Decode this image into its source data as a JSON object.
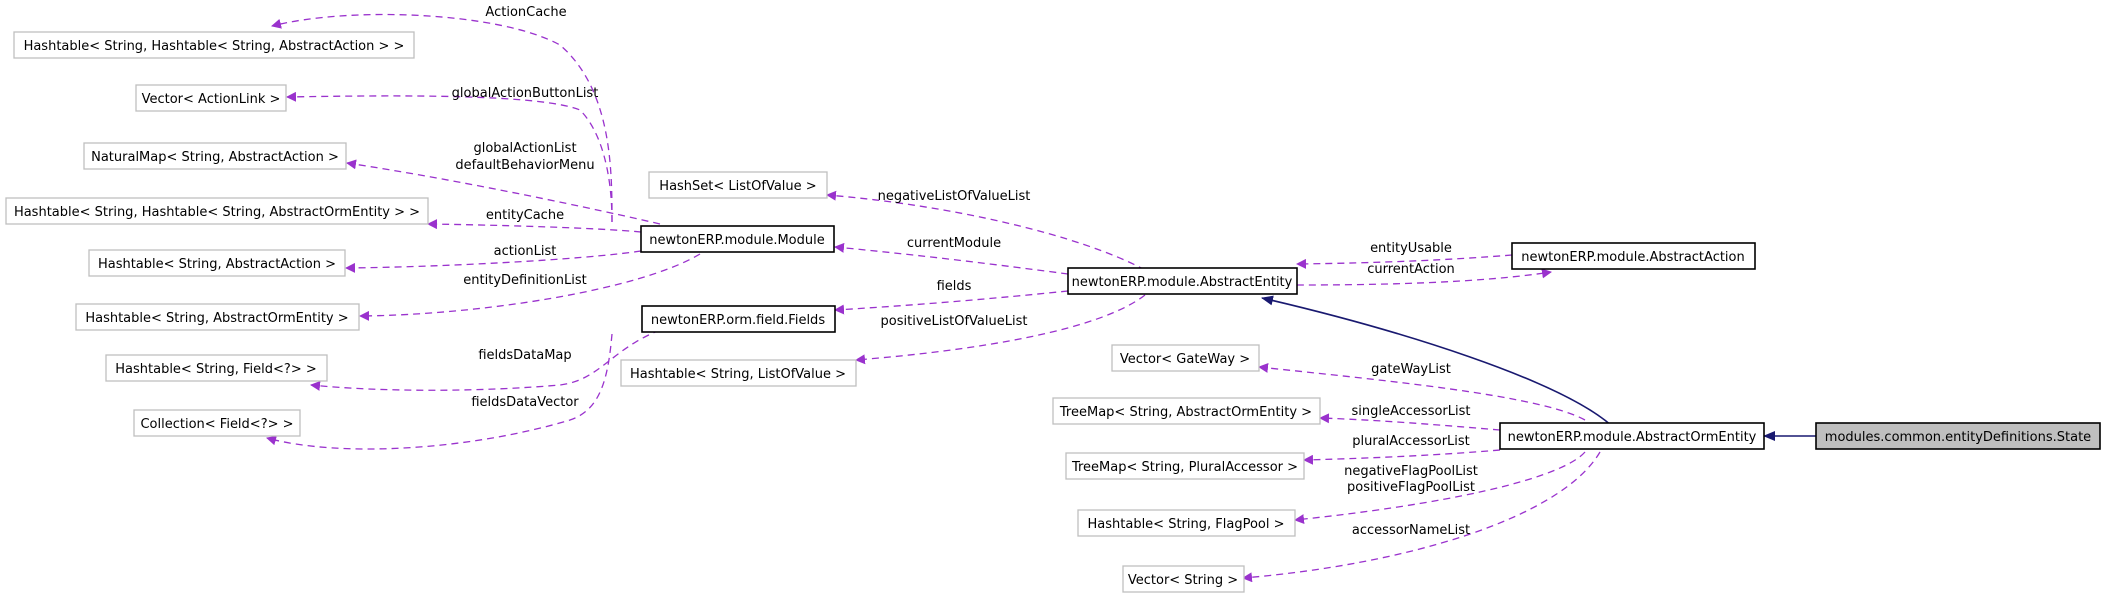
{
  "diagram": {
    "colors": {
      "usage_edge": "#9a32cd",
      "inheritance_edge": "#191970",
      "box_border_external": "#bfbfbf",
      "box_border_class": "#000000",
      "focus_fill": "#bfbfbf"
    },
    "nodes": {
      "hashtable_action_cache": "Hashtable< String, Hashtable< String, AbstractAction > >",
      "vector_action_link": "Vector< ActionLink >",
      "naturalmap_action": "NaturalMap< String, AbstractAction >",
      "hashtable_entity_cache": "Hashtable< String, Hashtable< String, AbstractOrmEntity > >",
      "hashtable_action_list": "Hashtable< String, AbstractAction >",
      "hashtable_entity_def": "Hashtable< String, AbstractOrmEntity >",
      "hashtable_field": "Hashtable< String, Field<?> >",
      "collection_field": "Collection< Field<?> >",
      "module": "newtonERP.module.Module",
      "fields": "newtonERP.orm.field.Fields",
      "hashset_lov": "HashSet< ListOfValue >",
      "hashtable_lov": "Hashtable< String, ListOfValue >",
      "abstract_entity": "newtonERP.module.AbstractEntity",
      "abstract_action": "newtonERP.module.AbstractAction",
      "vector_gateway": "Vector< GateWay >",
      "treemap_orm_entity": "TreeMap< String, AbstractOrmEntity >",
      "treemap_plural": "TreeMap< String, PluralAccessor >",
      "hashtable_flagpool": "Hashtable< String, FlagPool >",
      "vector_string": "Vector< String >",
      "abstract_orm_entity": "newtonERP.module.AbstractOrmEntity",
      "state": "modules.common.entityDefinitions.State"
    },
    "edge_labels": {
      "action_cache": "ActionCache",
      "global_action_button_list": "globalActionButtonList",
      "global_action_list": "globalActionList",
      "default_behavior_menu": "defaultBehaviorMenu",
      "entity_cache": "entityCache",
      "action_list": "actionList",
      "entity_definition_list": "entityDefinitionList",
      "fields_data_map": "fieldsDataMap",
      "fields_data_vector": "fieldsDataVector",
      "negative_list_of_value_list": "negativeListOfValueList",
      "current_module": "currentModule",
      "fields": "fields",
      "positive_list_of_value_list": "positiveListOfValueList",
      "entity_usable": "entityUsable",
      "current_action": "currentAction",
      "gate_way_list": "gateWayList",
      "single_accessor_list": "singleAccessorList",
      "plural_accessor_list": "pluralAccessorList",
      "negative_flag_pool_list": "negativeFlagPoolList",
      "positive_flag_pool_list": "positiveFlagPoolList",
      "accessor_name_list": "accessorNameList"
    }
  }
}
